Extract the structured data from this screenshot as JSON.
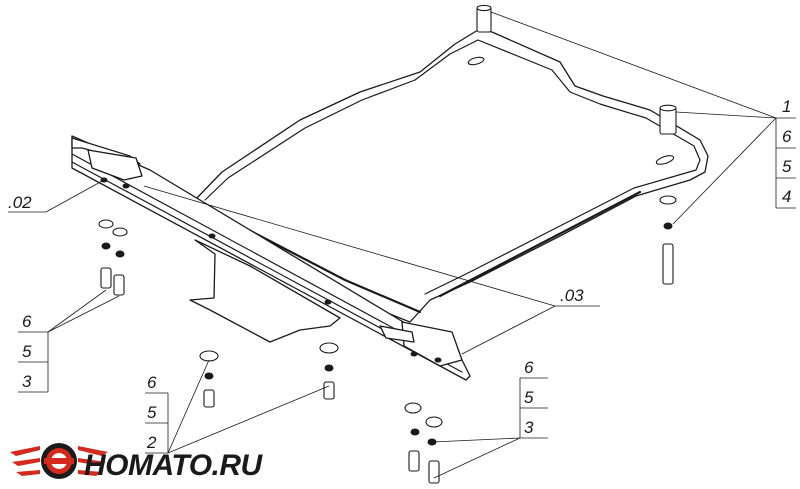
{
  "labels": {
    "l1": "1",
    "l6a": "6",
    "l5a": "5",
    "l4": "4",
    "l02": ".02",
    "l03": ".03",
    "l6b": "6",
    "l5b": "5",
    "l3b": "3",
    "l6c": "6",
    "l5c": "5",
    "l2": "2",
    "l6d": "6",
    "l5d": "5",
    "l3d": "3"
  },
  "logo": {
    "text": "HOMATO.RU",
    "brand_color": "#d42a1e"
  }
}
